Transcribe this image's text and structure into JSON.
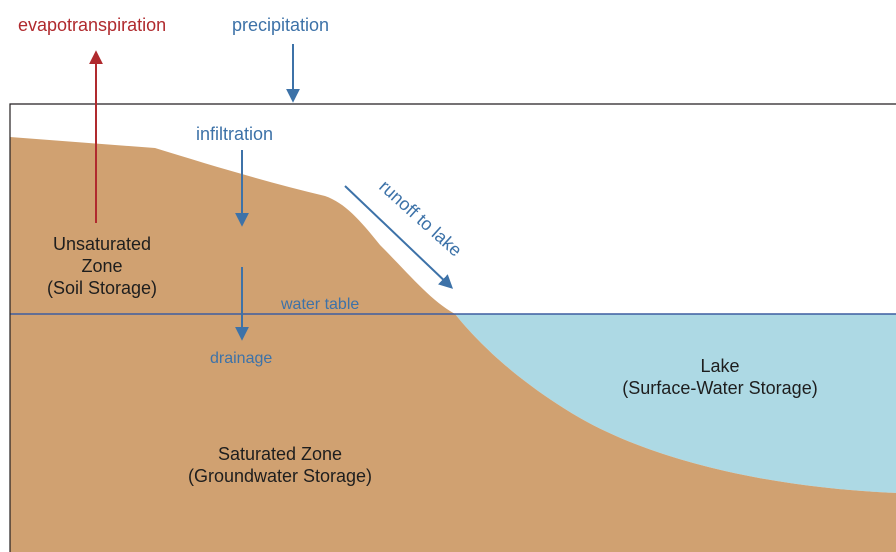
{
  "colors": {
    "soil": "#d0a171",
    "lake": "#add9e4",
    "border": "#231f20",
    "water_table": "#3d5da0",
    "blue_process": "#3d72a8",
    "red_process": "#b02a2e",
    "zone_text": "#1e1e1e"
  },
  "labels": {
    "evapotranspiration": "evapotranspiration",
    "precipitation": "precipitation",
    "infiltration": "infiltration",
    "runoff": "runoff to lake",
    "water_table": "water table",
    "drainage": "drainage"
  },
  "zones": {
    "unsaturated": {
      "line1": "Unsaturated",
      "line2": "Zone",
      "line3": "(Soil Storage)"
    },
    "saturated": {
      "line1": "Saturated Zone",
      "line2": "(Groundwater Storage)"
    },
    "lake": {
      "line1": "Lake",
      "line2": "(Surface-Water Storage)"
    }
  }
}
